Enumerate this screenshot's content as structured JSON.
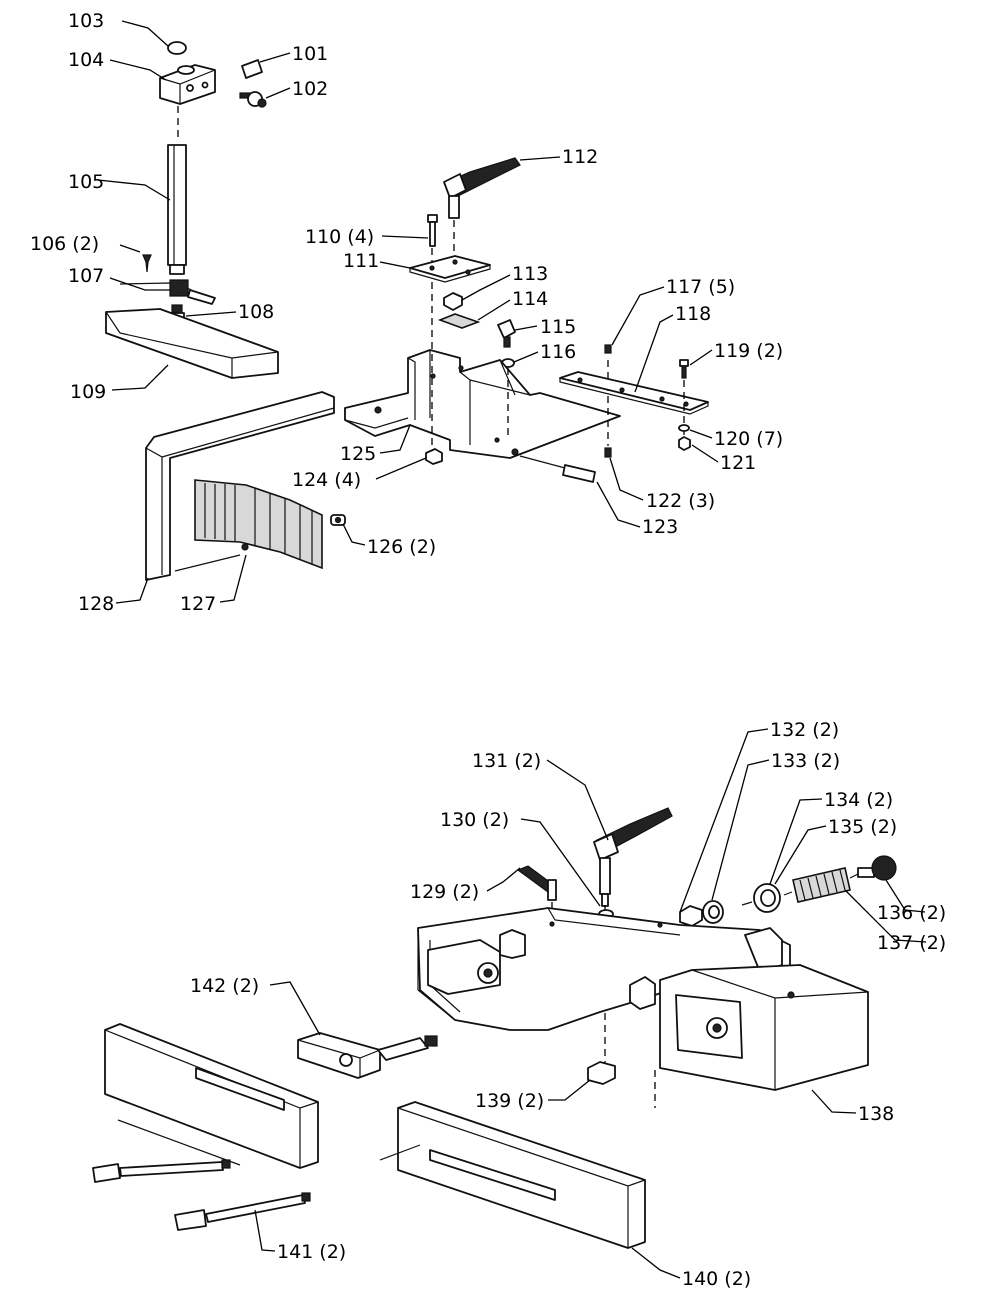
{
  "callouts": {
    "c101": "101",
    "c102": "102",
    "c103": "103",
    "c104": "104",
    "c105": "105",
    "c106": "106 (2)",
    "c107": "107",
    "c108": "108",
    "c109": "109",
    "c110": "110 (4)",
    "c111": "111",
    "c112": "112",
    "c113": "113",
    "c114": "114",
    "c115": "115",
    "c116": "116",
    "c117": "117 (5)",
    "c118": "118",
    "c119": "119 (2)",
    "c120": "120 (7)",
    "c121": "121",
    "c122": "122 (3)",
    "c123": "123",
    "c124": "124 (4)",
    "c125": "125",
    "c126": "126 (2)",
    "c127": "127",
    "c128": "128",
    "c129": "129 (2)",
    "c130": "130 (2)",
    "c131": "131 (2)",
    "c132": "132 (2)",
    "c133": "133 (2)",
    "c134": "134 (2)",
    "c135": "135 (2)",
    "c136": "136 (2)",
    "c137": "137 (2)",
    "c138": "138",
    "c139": "139 (2)",
    "c140": "140 (2)",
    "c141": "141 (2)",
    "c142": "142 (2)"
  }
}
